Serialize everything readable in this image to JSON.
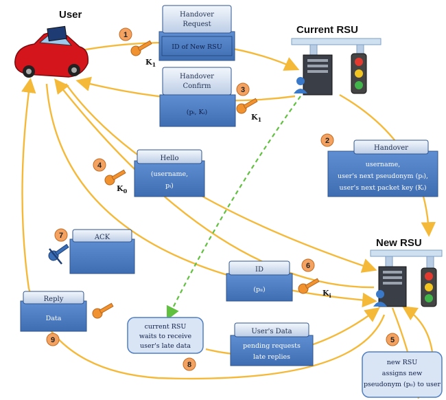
{
  "nodes": {
    "user": "User",
    "current_rsu": "Current RSU",
    "new_rsu": "New RSU"
  },
  "messages": {
    "handover_request": {
      "title": "Handover Request",
      "body": "ID of New RSU"
    },
    "handover_confirm": {
      "title": "Handover Confirm",
      "body": "(pᵢ, Kᵢ)"
    },
    "handover": {
      "title": "Handover",
      "line1": "username,",
      "line2": "user's next pseudonym (pᵢ),",
      "line3": "user's next packet key (Kᵢ)"
    },
    "hello": {
      "title": "Hello",
      "line1": "(username,",
      "line2": "pᵢ)"
    },
    "ack": {
      "title": "ACK",
      "body": ""
    },
    "id": {
      "title": "ID",
      "body": "(pᵢᵢ)"
    },
    "reply": {
      "title": "Reply",
      "body": "Data"
    },
    "users_data": {
      "title": "User's Data",
      "line1": "pending requests",
      "line2": "late replies"
    }
  },
  "notes": {
    "current_rsu_wait": {
      "line1": "current RSU",
      "line2": "waits to receive",
      "line3": "user's late data"
    },
    "new_rsu_assign": {
      "line1": "new RSU",
      "line2": "assigns new",
      "line3": "pseudonym (pᵢᵢ) to user"
    }
  },
  "steps": [
    "1",
    "2",
    "3",
    "4",
    "5",
    "6",
    "7",
    "8",
    "9"
  ],
  "keys": {
    "k1": {
      "main": "K",
      "sub": "1"
    },
    "k3": {
      "main": "K",
      "sub": "1"
    },
    "k4": {
      "main": "K",
      "sub": "0"
    },
    "k6": {
      "main": "K",
      "sub": "i"
    }
  },
  "colors": {
    "arrow": "#f5b93a",
    "box_fill": "#4f7ec1",
    "box_title": "#dbe6f5",
    "dashed": "#62c041",
    "step_circle": "#f4a261",
    "car": "#d4151b",
    "key": "#f0922f"
  },
  "icons": [
    "car-icon",
    "rsu-server-icon",
    "traffic-light-icon",
    "key-icon",
    "broken-key-icon",
    "user-icon"
  ]
}
